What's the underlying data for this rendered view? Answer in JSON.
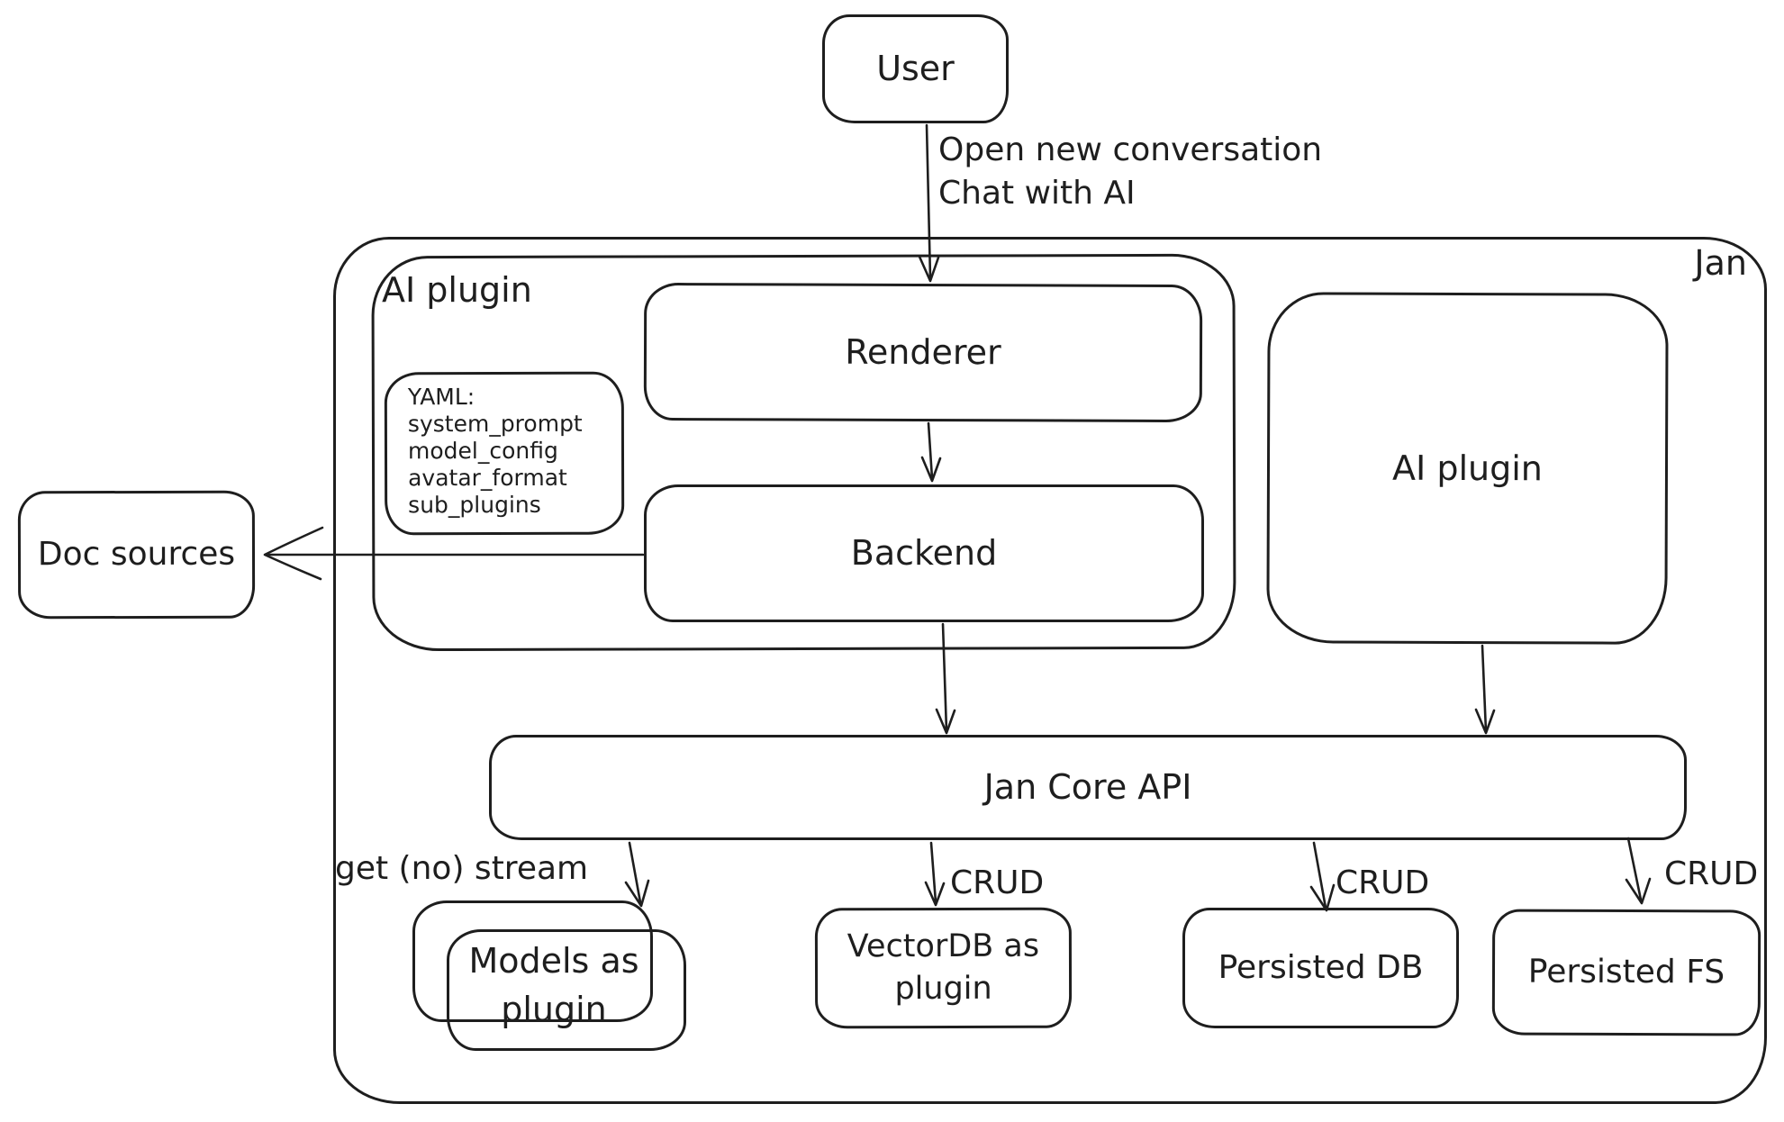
{
  "colors": {
    "stroke": "#1e1e1e",
    "background": "#ffffff"
  },
  "nodes": {
    "user": "User",
    "jan_container": "Jan",
    "ai_plugin_group": "AI plugin",
    "renderer": "Renderer",
    "backend": "Backend",
    "ai_plugin": "AI plugin",
    "doc_sources": "Doc sources",
    "jan_core_api": "Jan Core API",
    "models_as_plugin": "Models as\nplugin",
    "vectordb_as_plugin": "VectorDB as\nplugin",
    "persisted_db": "Persisted DB",
    "persisted_fs": "Persisted FS",
    "yaml_note": "YAML:\nsystem_prompt\nmodel_config\navatar_format\nsub_plugins"
  },
  "edge_labels": {
    "user_to_renderer": "Open new conversation\nChat with AI",
    "core_to_models": "get (no) stream",
    "core_to_vectordb": "CRUD",
    "core_to_persisted_db": "CRUD",
    "core_to_persisted_fs": "CRUD"
  }
}
